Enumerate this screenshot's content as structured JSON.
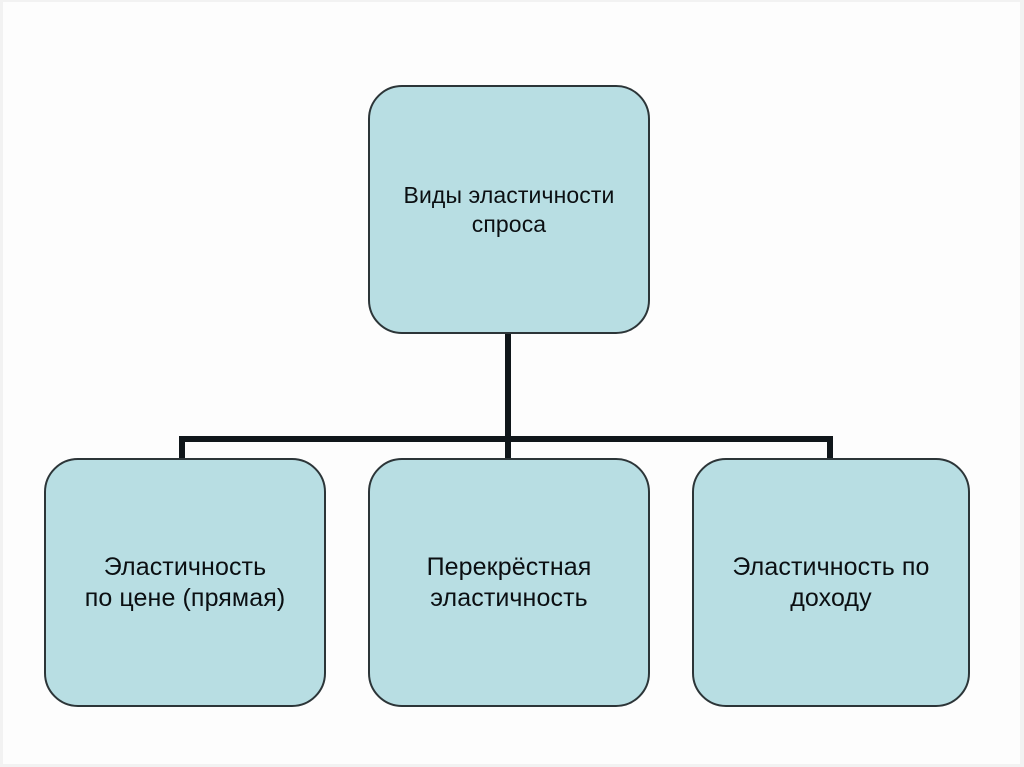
{
  "diagram": {
    "type": "hierarchy-tree",
    "title": "Виды эластичности спроса",
    "colors": {
      "node_fill": "#b8dee3",
      "node_stroke": "#2c3538",
      "connector": "#10161a",
      "text": "#0b0f12",
      "background": "#fdfdfd"
    },
    "root": {
      "id": "root",
      "label": "Виды эластичности\nспроса"
    },
    "children": [
      {
        "id": "price-elasticity",
        "label": "Эластичность\nпо цене (прямая)"
      },
      {
        "id": "cross-elasticity",
        "label": "Перекрёстная\nэластичность"
      },
      {
        "id": "income-elasticity",
        "label": "Эластичность по\nдоходу"
      }
    ],
    "connectors": [
      {
        "id": "stem-root-to-bar",
        "orientation": "vertical"
      },
      {
        "id": "horizontal-bar",
        "orientation": "horizontal"
      },
      {
        "id": "drop-to-price-elasticity",
        "orientation": "vertical"
      },
      {
        "id": "drop-to-cross-elasticity",
        "orientation": "vertical"
      },
      {
        "id": "drop-to-income-elasticity",
        "orientation": "vertical"
      }
    ]
  }
}
